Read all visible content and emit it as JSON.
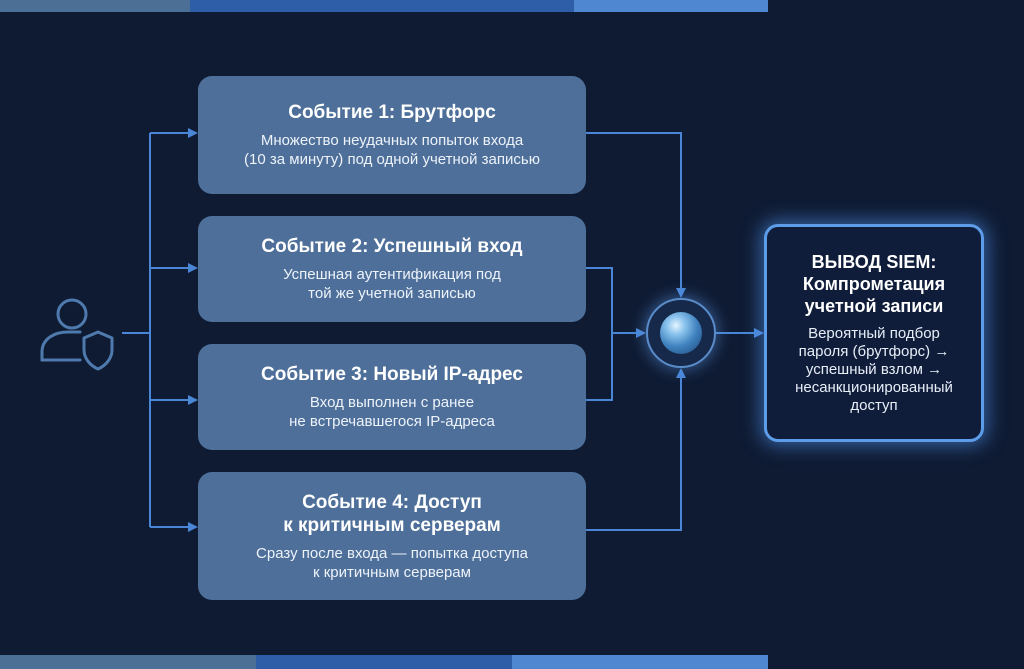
{
  "events": [
    {
      "title": "Событие 1: Брутфорс",
      "desc": "Множество неудачных попыток входа\n(10 за минуту) под одной учетной записью"
    },
    {
      "title": "Событие 2: Успешный вход",
      "desc": "Успешная аутентификация под\nтой же учетной записью"
    },
    {
      "title": "Событие 3: Новый IP-адрес",
      "desc": "Вход выполнен с ранее\nне встречавшегося IP-адреса"
    },
    {
      "title": "Событие 4: Доступ\nк критичным серверам",
      "desc": "Сразу после входа — попытка доступа\nк критичным серверам"
    }
  ],
  "conclusion": {
    "title": "ВЫВОД SIEM:\nКомпрометация\nучетной записи",
    "desc": "Вероятный подбор\nпароля (брутфорс) →\nуспешный взлом →\nнесанкционированный\nдоступ"
  },
  "icons": {
    "source": "user-shield-icon",
    "hub": "correlation-orb-icon"
  },
  "colors": {
    "background": "#0f1b33",
    "event_box": "#4d6f99",
    "connector": "#4a86d6",
    "conclusion_border": "#5d9ce8",
    "icon_stroke": "#4f7aad"
  }
}
